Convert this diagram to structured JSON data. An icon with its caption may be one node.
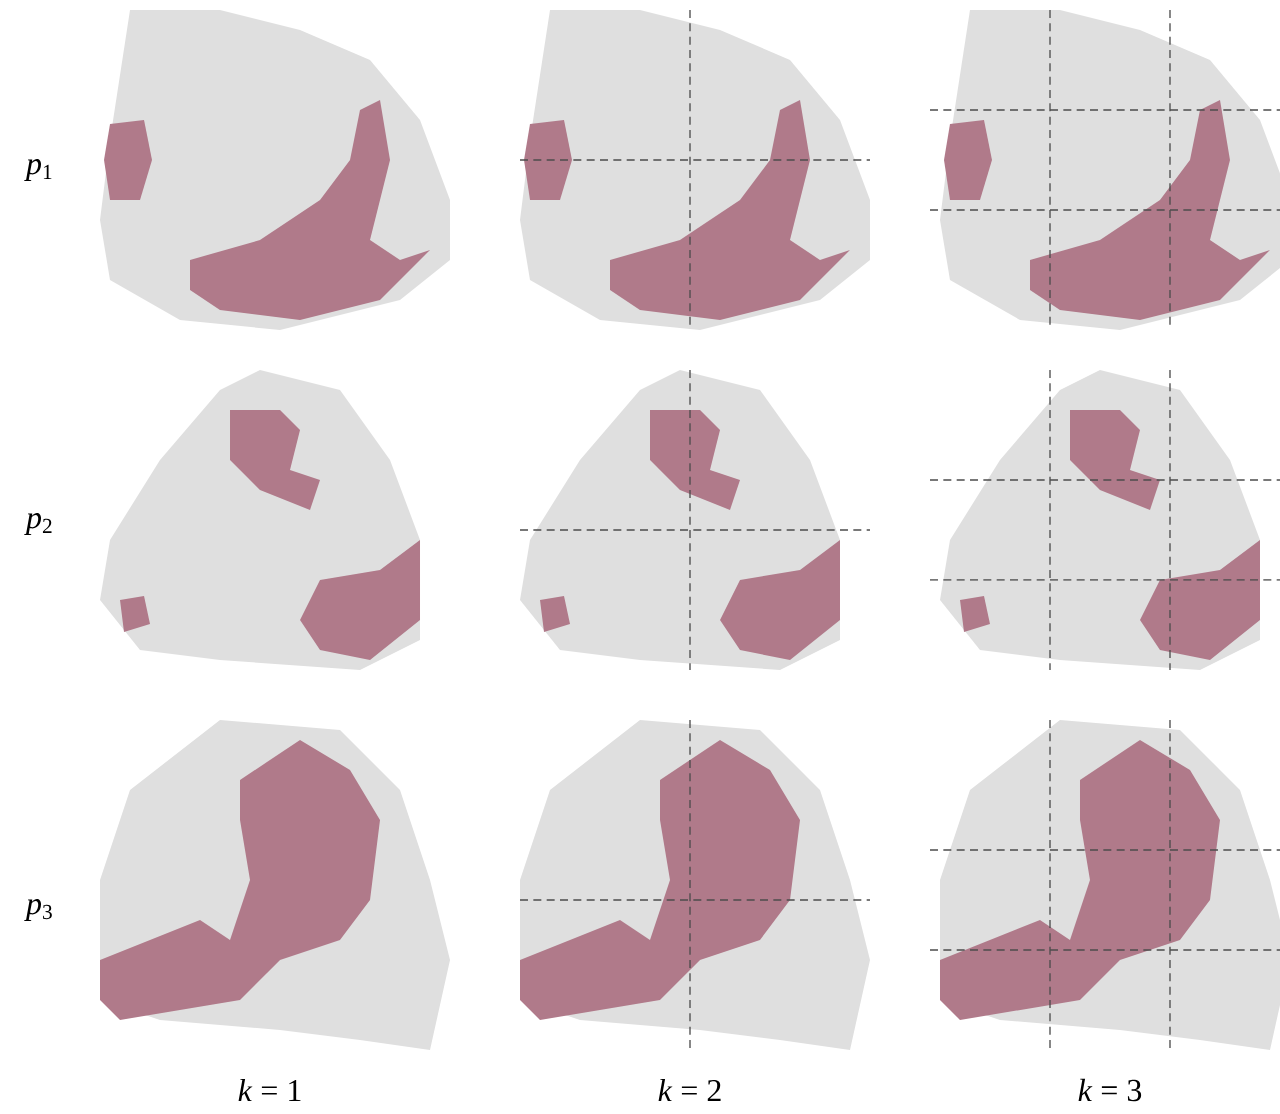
{
  "diagram": {
    "labels": [
      "*p*$_{1}$",
      "*p*$_{2}$",
      "*p*$_{3}$",
      "*k* = 1",
      "*k* = 2",
      "*k* = 3"
    ]
  }
}
